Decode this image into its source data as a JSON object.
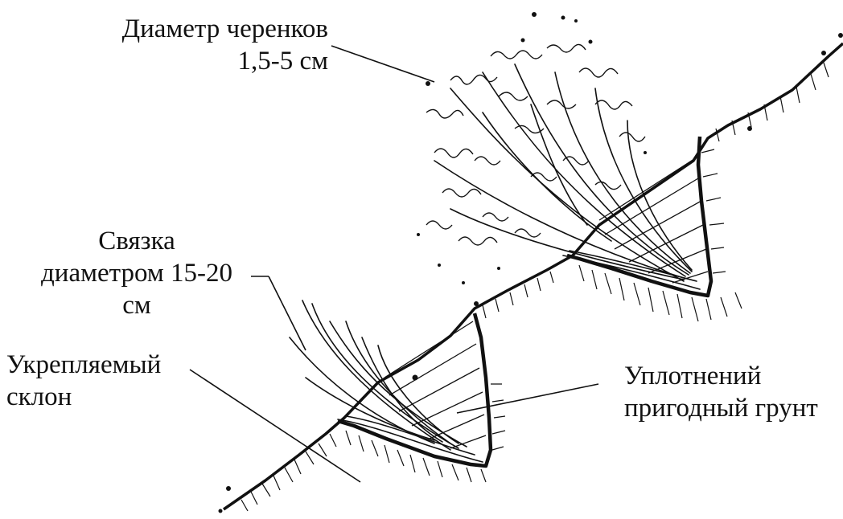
{
  "labels": {
    "cuttings_diameter": {
      "line1": "Диаметр черенков",
      "line2": "1,5-5 см"
    },
    "bundle": {
      "line1": "Связка",
      "line2": "диаметром 15-20",
      "line3": "см"
    },
    "slope": {
      "line1": "Укрепляемый",
      "line2": "склон"
    },
    "soil": {
      "line1": "Уплотнений",
      "line2": "пригодный грунт"
    }
  },
  "colors": {
    "ink": "#111111",
    "background": "#ffffff"
  }
}
